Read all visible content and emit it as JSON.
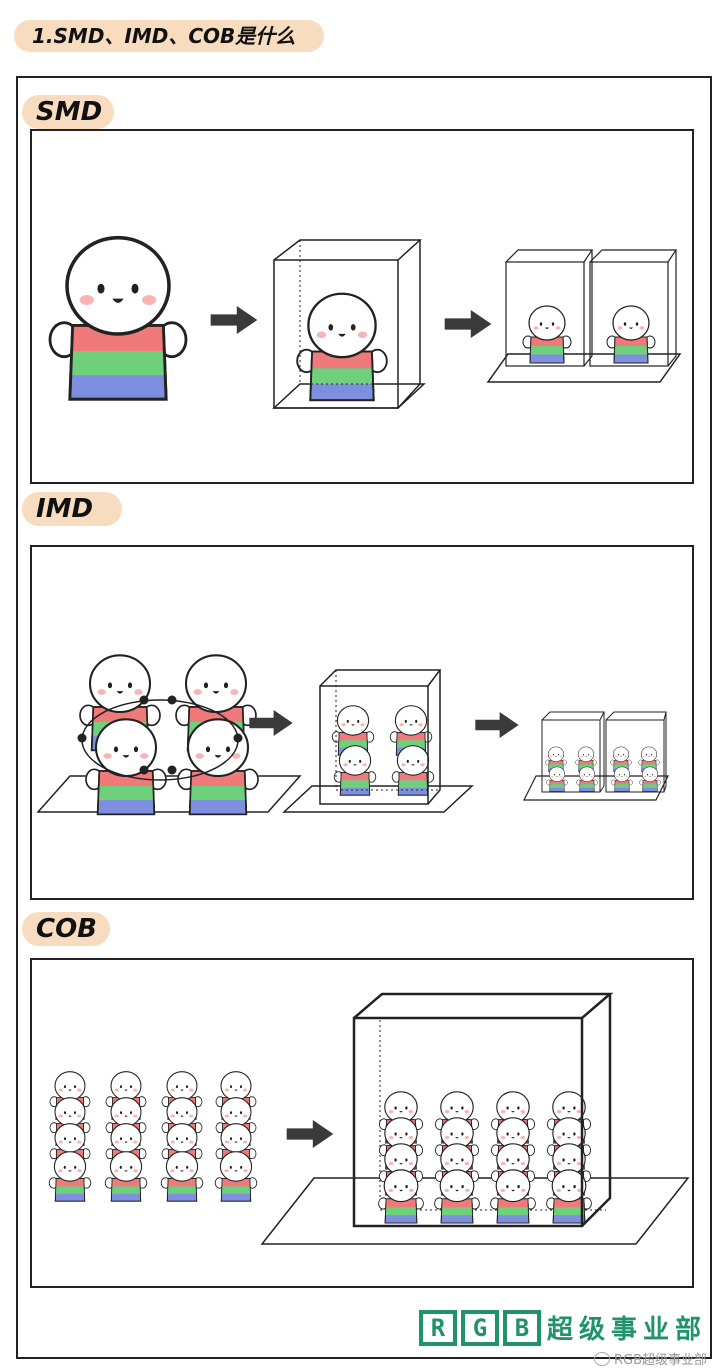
{
  "title": "1.SMD、IMD、COB是什么",
  "sections": [
    {
      "label": "SMD"
    },
    {
      "label": "IMD"
    },
    {
      "label": "COB"
    }
  ],
  "logo": {
    "letters": [
      "R",
      "G",
      "B"
    ],
    "text": "超级事业部"
  },
  "watermark": "RGB超级事业部",
  "colors": {
    "pill": "#f8dcc0",
    "shirt_red": "#f07a7a",
    "shirt_green": "#6fd07b",
    "shirt_blue": "#7e8fe0",
    "logo": "#21936b"
  }
}
